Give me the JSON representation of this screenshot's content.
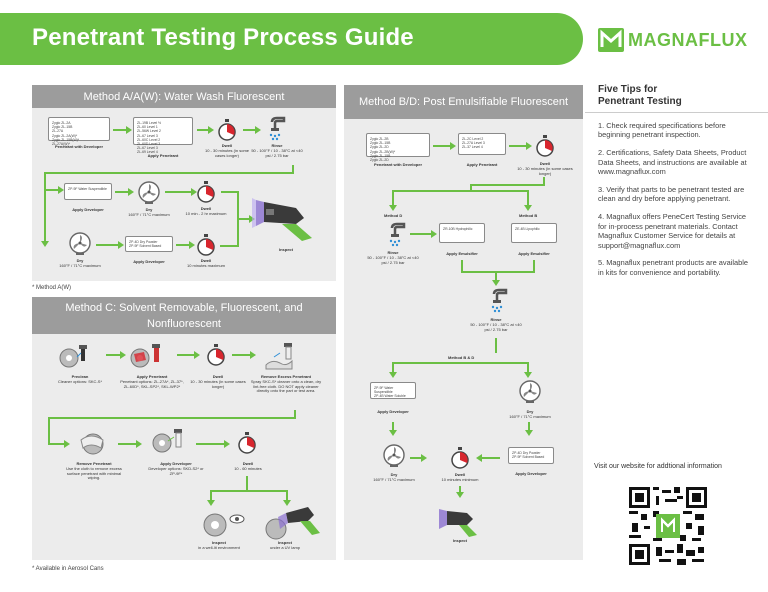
{
  "header": {
    "title": "Penetrant Testing Process Guide",
    "brand": "MAGNAFLUX"
  },
  "method_aw": {
    "title": "Method A/A(W): Water Wash Fluorescent",
    "footnote": "* Method A(W)",
    "box1": {
      "col1": [
        "Zyglo ZL-2A",
        "Zyglo ZL-15B",
        "ZL-27A"
      ],
      "col2": [
        "Zyglo ZL-2A(W)*",
        "Zyglo ZL-15B(W)*",
        "ZL-27A(W)*"
      ]
    },
    "box1_label": "Penetrant with Developer",
    "box2": {
      "col1": [
        "ZL-19B Level ½",
        "ZL-60 Level 1",
        "ZL-56W Level 2",
        "ZL-67 Level 3"
      ],
      "col2": [
        "ZL-60C Level 2",
        "ZL-60D Level 3",
        "ZL-67 Level 3",
        "ZL-69 Level 4"
      ]
    },
    "step_apply_penetrant": "Apply Penetrant",
    "step_dwell": "Dwell",
    "step_dwell_detail": "10 - 30 minutes (in some cases longer)",
    "step_rinse": "Rinse",
    "step_rinse_detail": "50 - 100°F / 10 - 38°C at <40 psi / 2.75 bar",
    "box3": "ZP-9F Water Suspendible",
    "step_apply_developer": "Apply Developer",
    "step_dry": "Dry",
    "step_dry_detail": "160°F / 71°C maximum",
    "step_dwell2": "Dwell",
    "step_dwell2_detail": "10 min - 2 hr maximum",
    "box4": [
      "ZP-4D Dry Powder",
      "ZP-9F Solvent Based"
    ],
    "step_apply_developer2": "Apply Developer",
    "step_dry2": "Dry",
    "step_dry2_detail": "160°F / 71°C maximum",
    "step_dwell3": "Dwell",
    "step_dwell3_detail": "10 minutes maximum",
    "step_inspect": "Inspect"
  },
  "method_c": {
    "title": "Method C: Solvent Removable, Fluorescent, and Nonfluorescent",
    "footnote": "* Available in Aerosol Cans",
    "step_preclean": "Preclean",
    "step_preclean_detail": "Cleaner options: SKC-S*",
    "step_apply_penetrant": "Apply Penetrant",
    "step_apply_penetrant_detail": "Penetrant options: ZL-27A*, ZL-37*, ZL-60D*, SKL-SP2*, SKL-WP2*",
    "step_dwell": "Dwell",
    "step_dwell_detail": "10 - 30 minutes (in some cases longer)",
    "step_remove": "Remove Excess Penetrant",
    "step_remove_detail": "Spray SKC-S* cleaner onto a clean, dry lint-free cloth. DO NOT apply cleaner directly onto the part or test area.",
    "step_remove2": "Remove Penetrant",
    "step_remove2_detail": "Use the cloth to remove excess surface penetrant with minimal wiping.",
    "step_apply_developer": "Apply Developer",
    "step_apply_developer_detail": "Developer options: SKD-S2* or ZP-9F*",
    "step_dwell2": "Dwell",
    "step_dwell2_detail": "10 - 60 minutes",
    "step_inspect1": "Inspect",
    "step_inspect1_detail": "in a well-lit environment",
    "step_inspect2": "Inspect",
    "step_inspect2_detail": "under a UV lamp"
  },
  "method_bd": {
    "title": "Method B/D: Post Emulsifiable Fluorescent",
    "box1": {
      "col1": [
        "Zyglo ZL-2B",
        "Zyglo ZL-15B",
        "Zyglo ZL-2D"
      ],
      "col2": [
        "Zyglo ZL-2B(W)*",
        "Zyglo ZL-15B",
        "Zyglo ZL-2D"
      ]
    },
    "box1_label": "Penetrant with Developer",
    "box2": [
      "ZL-2C Level 2",
      "ZL-27A Level 3",
      "ZL-37 Level 4"
    ],
    "step_apply_penetrant": "Apply Penetrant",
    "step_dwell": "Dwell",
    "step_dwell_detail": "10 - 30 minutes (in some cases longer)",
    "label_method_d": "Method D",
    "label_method_b": "Method B",
    "step_rinse": "Rinse",
    "step_rinse_detail": "50 - 100°F / 10 - 38°C at <40 psi / 2.75 bar",
    "box_hydrophilic": "ZR-10B Hydrophilic",
    "step_apply_emulsifier1": "Apply Emulsifier",
    "box_lipophilic": "ZE-4B Lipophilic",
    "step_apply_emulsifier2": "Apply Emulsifier",
    "step_rinse2": "Rinse",
    "step_rinse2_detail": "50 - 100°F / 10 - 38°C at <40 psi / 2.75 bar",
    "label_method_bd": "Method B & D",
    "box3": [
      "ZP-9F Water Suspendible",
      "ZP-4B Water Soluble"
    ],
    "step_apply_developer": "Apply Developer",
    "step_dry": "Dry",
    "step_dry_detail": "160°F / 71°C maximum",
    "step_dry2": "Dry",
    "step_dry2_detail": "160°F / 71°C maximum",
    "step_dwell2": "Dwell",
    "step_dwell2_detail": "10 minutes minimum",
    "box4": [
      "ZP-4D Dry Powder",
      "ZP-9F Solvent Based"
    ],
    "step_apply_developer2": "Apply Developer",
    "step_inspect": "Inspect"
  },
  "tips": {
    "title_line1": "Five Tips for",
    "title_line2": "Penetrant Testing",
    "items": [
      "1. Check required specifications before beginning penetrant inspection.",
      "2. Certifications, Safety Data Sheets, Product Data Sheets, and instructions are available at www.magnaflux.com",
      "3. Verify that parts to be penetrant tested are clean and dry before applying penetrant.",
      "4. Magnaflux offers PeneCert Testing Service for in-process penetrant materials. Contact Magnaflux Customer Service for details at support@magnaflux.com",
      "5. Magnaflux penetrant products are available in kits for convenience and portability."
    ],
    "visit": "Visit our website for addtional information"
  },
  "colors": {
    "green": "#6bbf44",
    "panel": "#ececec",
    "panel_title": "#9c9c9c",
    "red": "#d8262e"
  }
}
